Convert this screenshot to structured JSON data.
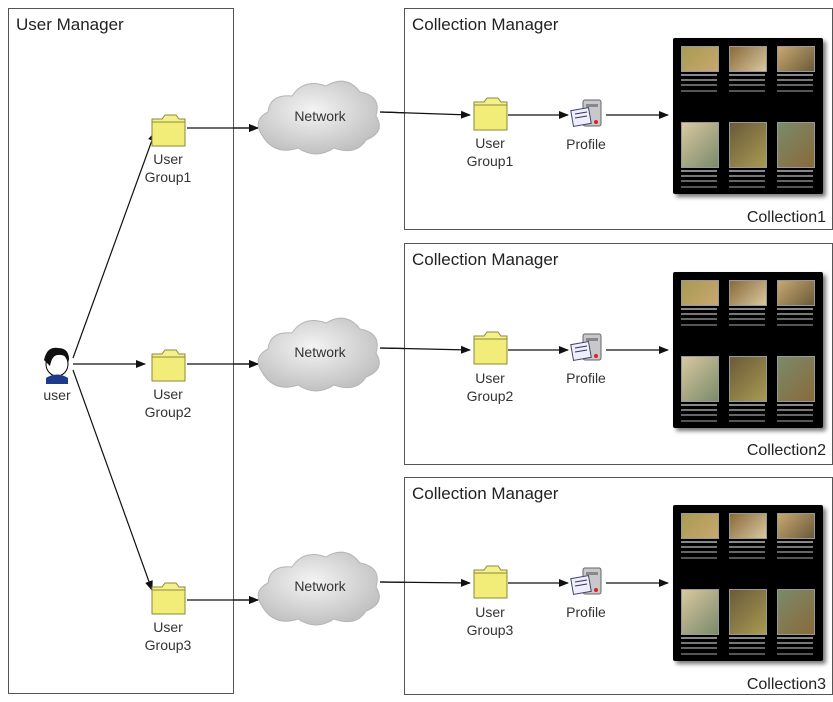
{
  "user_manager": {
    "title": "User Manager",
    "user_label": "user",
    "groups": [
      {
        "line1": "User",
        "line2": "Group1"
      },
      {
        "line1": "User",
        "line2": "Group2"
      },
      {
        "line1": "User",
        "line2": "Group3"
      }
    ]
  },
  "network_label": "Network",
  "collection_managers": [
    {
      "title": "Collection Manager",
      "group_line1": "User",
      "group_line2": "Group1",
      "profile": "Profile",
      "collection": "Collection1"
    },
    {
      "title": "Collection Manager",
      "group_line1": "User",
      "group_line2": "Group2",
      "profile": "Profile",
      "collection": "Collection2"
    },
    {
      "title": "Collection Manager",
      "group_line1": "User",
      "group_line2": "Group3",
      "profile": "Profile",
      "collection": "Collection3"
    }
  ],
  "colors": {
    "folder": "#f5f08a",
    "folder_stroke": "#8a8a3a",
    "cloud": "#d8d8d8",
    "arrow": "#111111",
    "collection_bg": "#000000"
  },
  "thumbnail_colors": [
    "#a89a52",
    "#8a6a3a",
    "#c8a870",
    "#d8c8a0",
    "#6a5a3a",
    "#7a8a6a"
  ]
}
